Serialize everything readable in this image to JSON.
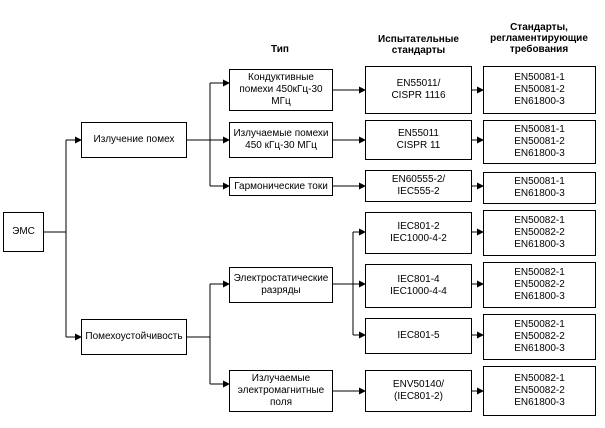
{
  "headers": {
    "type": "Тип",
    "test_standards": "Испытательные\nстандарты",
    "req_standards": "Стандарты,\nрегламентирующие\nтребования"
  },
  "root": "ЭМС",
  "branches": {
    "emission": "Излучение помех",
    "immunity": "Помехоустойчивость"
  },
  "types": {
    "conducted": "Кондуктивные\nпомехи 450кГц-30\nМГц",
    "radiated": "Излучаемые помехи\n450 кГц-30 МГц",
    "harmonic": "Гармонические токи",
    "esd": "Электростатические\nразряды",
    "em_field": "Излучаемые\nэлектромагнитные\nполя"
  },
  "test_standards": {
    "t1": "EN55011/\nCISPR 1116",
    "t2": "EN55011\nCISPR 11",
    "t3": "EN60555-2/\nIEC555-2",
    "t4": "IEC801-2\nIEC1000-4-2",
    "t5": "IEC801-4\nIEC1000-4-4",
    "t6": "IEC801-5",
    "t7": "ENV50140/\n(IEC801-2)"
  },
  "req_standards": {
    "r1": "EN50081-1\nEN50081-2\nEN61800-3",
    "r2": "EN50081-1\nEN50081-2\nEN61800-3",
    "r3": "EN50081-1\nEN61800-3",
    "r4": "EN50082-1\nEN50082-2\nEN61800-3",
    "r5": "EN50082-1\nEN50082-2\nEN61800-3",
    "r6": "EN50082-1\nEN50082-2\nEN61800-3",
    "r7": "EN50082-1\nEN50082-2\nEN61800-3"
  }
}
